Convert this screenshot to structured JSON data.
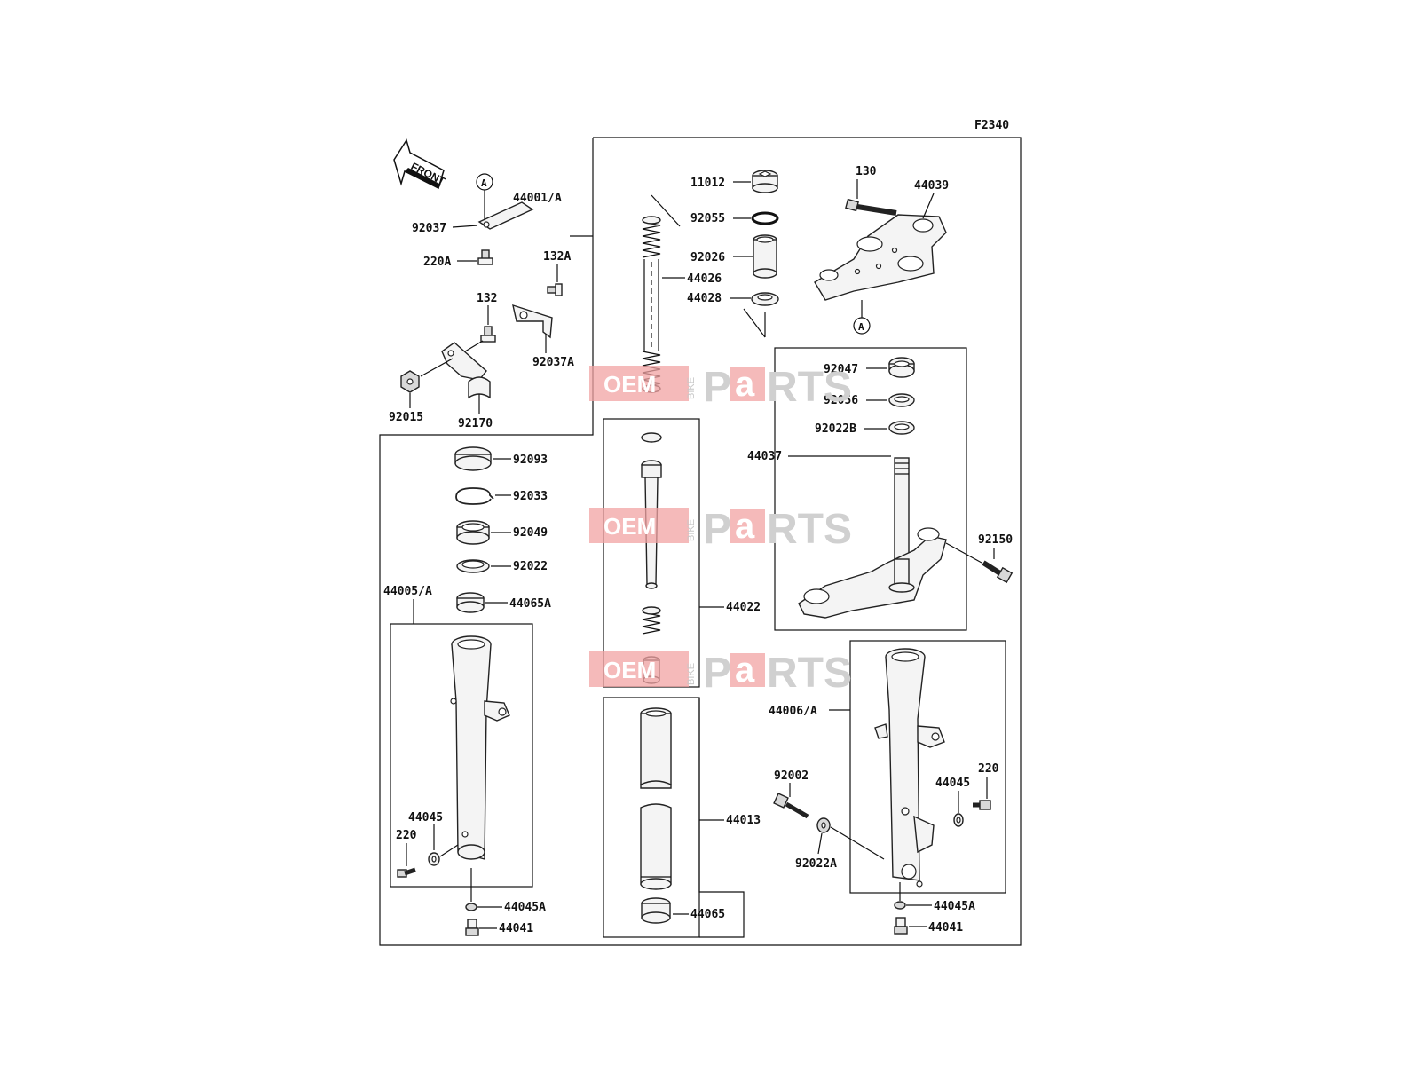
{
  "figure_code": "F2340",
  "front_label": "FRONT",
  "ref_marker": "A",
  "watermark": {
    "oem": "OEM",
    "bike": "BIKE",
    "p": "P",
    "a": "a",
    "rts": "RTS"
  },
  "labels": {
    "p11012": "11012",
    "p92055": "92055",
    "p92026": "92026",
    "p44026": "44026",
    "p44028": "44028",
    "p130": "130",
    "p44039": "44039",
    "p92037": "92037",
    "p44001": "44001/A",
    "p220A": "220A",
    "p132A": "132A",
    "p132": "132",
    "p92037A": "92037A",
    "p92015": "92015",
    "p92170": "92170",
    "p92047": "92047",
    "p92056": "92056",
    "p92022B": "92022B",
    "p44037": "44037",
    "p92150": "92150",
    "p92093": "92093",
    "p92033": "92033",
    "p92049": "92049",
    "p92022": "92022",
    "p44065A": "44065A",
    "p44005": "44005/A",
    "p44022": "44022",
    "p44013": "44013",
    "p44065": "44065",
    "p44006": "44006/A",
    "p92002": "92002",
    "p92022A": "92022A",
    "p220": "220",
    "p44045": "44045",
    "p44045A": "44045A",
    "p44041": "44041",
    "p44045_r": "44045",
    "p220_r": "220",
    "p44045A_r": "44045A",
    "p44041_r": "44041"
  }
}
